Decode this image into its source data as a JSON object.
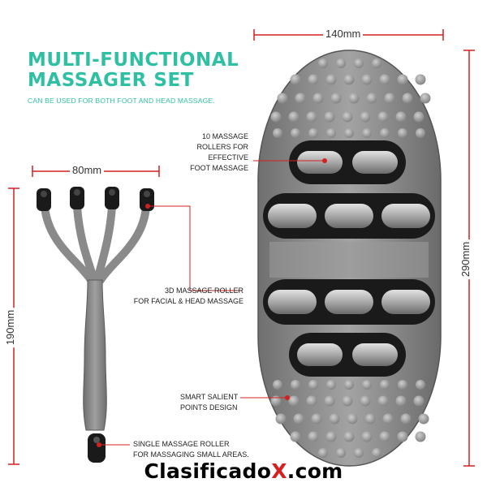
{
  "header": {
    "title_line1": "MULTI-FUNCTIONAL",
    "title_line2": "MASSAGER SET",
    "subtitle": "CAN BE USED FOR BOTH FOOT AND HEAD MASSAGE."
  },
  "dimensions": {
    "head_width": "80mm",
    "head_height": "190mm",
    "foot_width": "140mm",
    "foot_height": "290mm"
  },
  "callouts": {
    "rollers_line1": "10 MASSAGE",
    "rollers_line2": "ROLLERS FOR EFFECTIVE",
    "rollers_line3": "FOOT MASSAGE",
    "roller3d_line1": "3D MASSAGE ROLLER",
    "roller3d_line2": "FOR FACIAL & HEAD MASSAGE",
    "salient_line1": "SMART SALIENT",
    "salient_line2": "POINTS DESIGN",
    "single_line1": "SINGLE MASSAGE ROLLER",
    "single_line2": "FOR MASSAGING SMALL AREAS."
  },
  "watermark": {
    "part1": "Clasificado",
    "part2": "X",
    "part3": ".com"
  },
  "colors": {
    "accent": "#2fc0a3",
    "dimension_line": "#d32020",
    "product_gray": "#8a8a8a",
    "roller_black": "#1a1a1a"
  }
}
